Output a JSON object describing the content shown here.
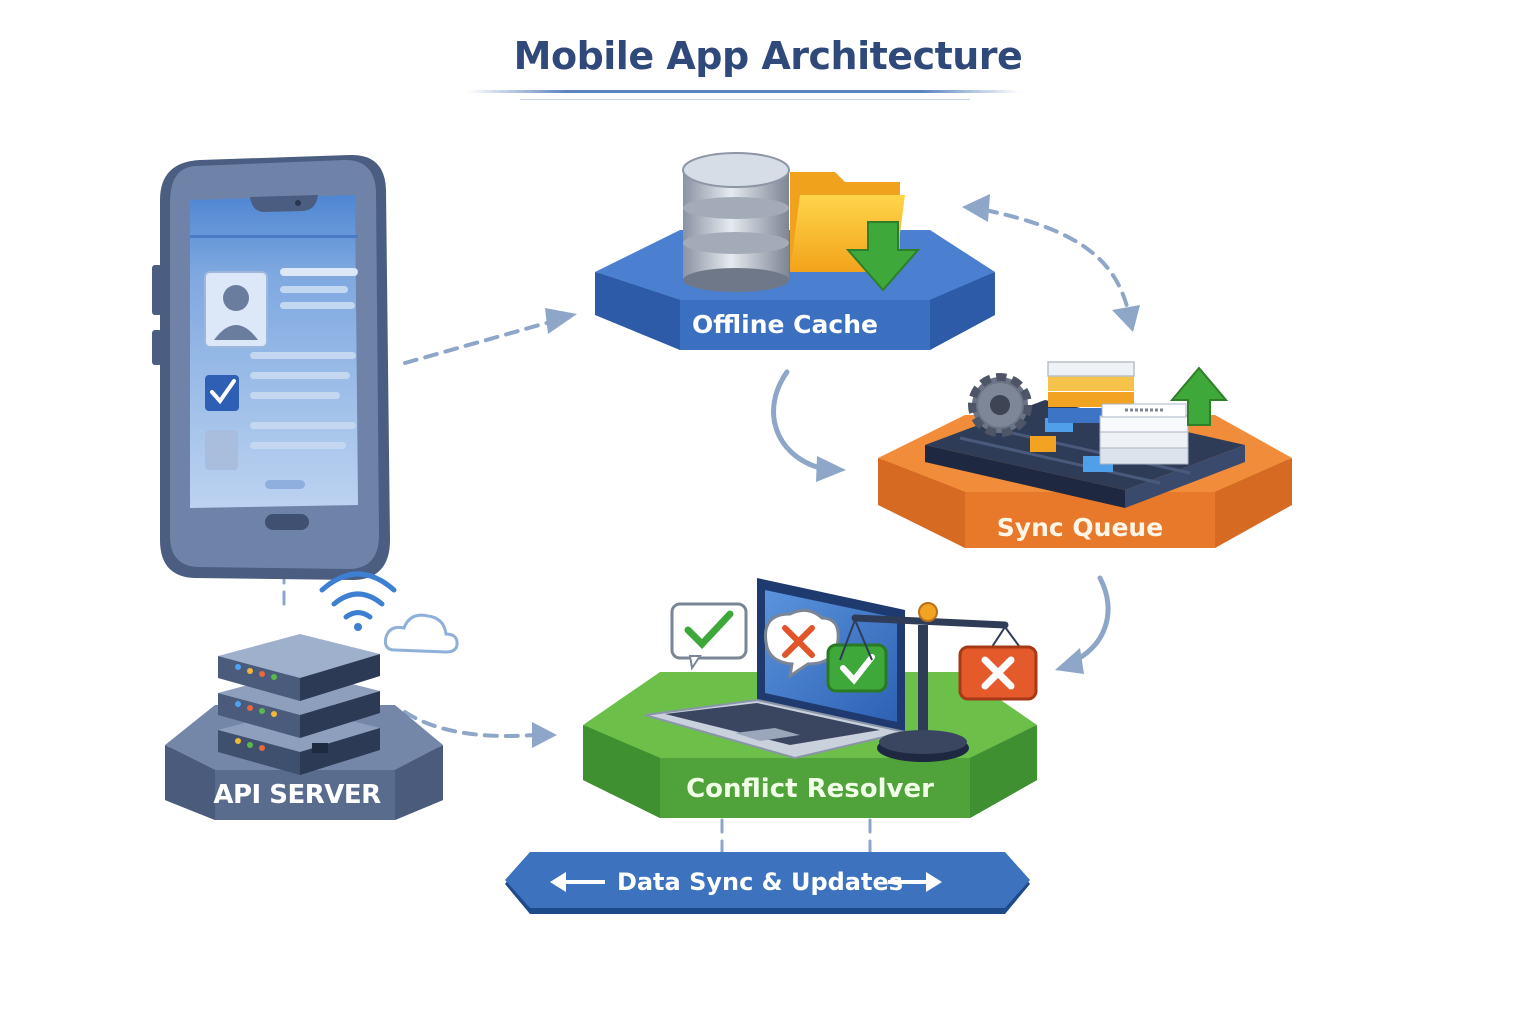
{
  "title": "Mobile App Architecture",
  "nodes": {
    "offline_cache": "Offline Cache",
    "sync_queue": "Sync Queue",
    "conflict_resolver": "Conflict Resolver",
    "api_server": "API SERVER"
  },
  "banner": {
    "label": "Data Sync & Updates"
  },
  "colors": {
    "title": "#2f4a7a",
    "cache_platform": "#3b6fc0",
    "queue_platform": "#e8782a",
    "resolver_platform": "#4fa33a",
    "server_platform": "#5a6c8e",
    "banner": "#3d72bf",
    "arrow": "#8ea6c8"
  },
  "icons": [
    "phone-icon",
    "database-icon",
    "folder-icon",
    "download-arrow-icon",
    "gear-icon",
    "conveyor-icon",
    "upload-arrow-icon",
    "laptop-icon",
    "check-bubble-icon",
    "cross-bubble-icon",
    "balance-scale-icon",
    "server-rack-icon",
    "wifi-icon",
    "cloud-icon"
  ]
}
